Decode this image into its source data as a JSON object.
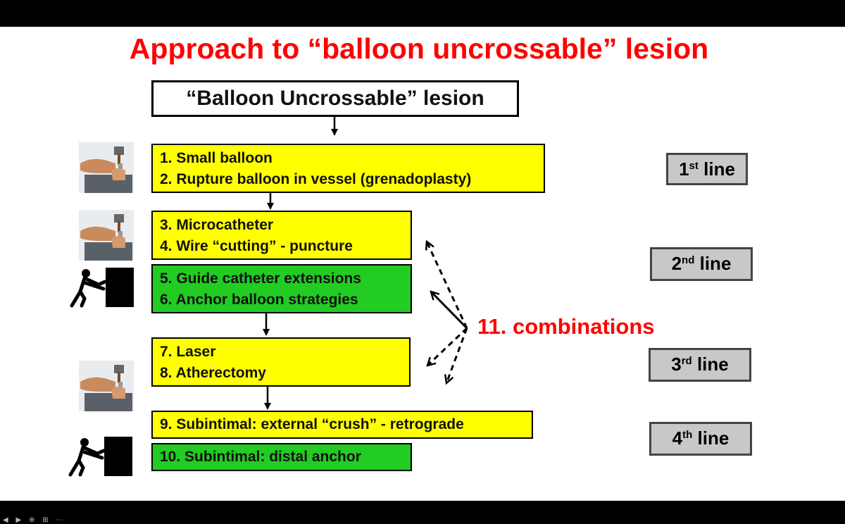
{
  "title": "Approach to “balloon uncrossable” lesion",
  "start_box": "“Balloon Uncrossable” lesion",
  "steps": [
    "1. Small balloon",
    "2. Rupture balloon in vessel (grenadoplasty)",
    "3. Microcatheter",
    "4. Wire “cutting” - puncture",
    "5. Guide catheter extensions",
    "6. Anchor balloon strategies",
    "7. Laser",
    "8. Atherectomy",
    "9. Subintimal: external “crush” - retrograde",
    "10. Subintimal: distal anchor"
  ],
  "combinations": "11. combinations",
  "lines": [
    {
      "num": "1",
      "sup": "st",
      "label": "line"
    },
    {
      "num": "2",
      "sup": "nd",
      "label": "line"
    },
    {
      "num": "3",
      "sup": "rd",
      "label": "line"
    },
    {
      "num": "4",
      "sup": "th",
      "label": "line"
    }
  ],
  "colors": {
    "title": "#ff0000",
    "yellow_box": "#ffff00",
    "green_box": "#22cc22",
    "line_box": "#c8c8c8"
  },
  "icons": [
    "hammer-chisel-icon",
    "pushing-person-icon"
  ]
}
